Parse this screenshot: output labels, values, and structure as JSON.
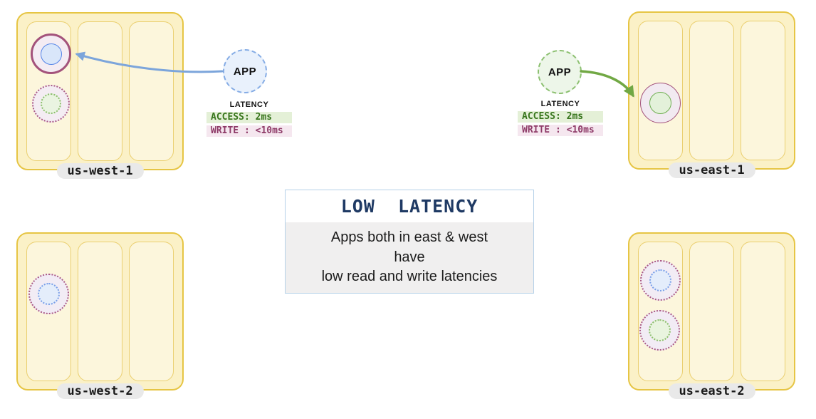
{
  "regions": [
    {
      "label": "us-west-1"
    },
    {
      "label": "us-east-1"
    },
    {
      "label": "us-west-2"
    },
    {
      "label": "us-east-2"
    }
  ],
  "apps": {
    "west_label": "APP",
    "east_label": "APP"
  },
  "latency": {
    "west": {
      "title": "LATENCY",
      "access": "ACCESS: 2ms",
      "write": "WRITE : <10ms"
    },
    "east": {
      "title": "LATENCY",
      "access": "ACCESS: 2ms",
      "write": "WRITE : <10ms"
    }
  },
  "callout": {
    "title": "LOW  LATENCY",
    "line1": "Apps both in east & west",
    "line2": "have",
    "line3": "low read and write latencies"
  },
  "colors": {
    "region_fill": "#FBF1C7",
    "region_border": "#E6C544",
    "zone_fill": "#FCF6DC",
    "replica_ring": "#A3527B",
    "replica_blue": "#5585E8",
    "replica_green": "#6FAE52",
    "app_west_border": "#85ACE5",
    "app_east_border": "#8CC070",
    "arrow_west": "#7CA5DB",
    "arrow_east": "#71A844",
    "access_text": "#38761D",
    "access_bg": "#E4F0D7",
    "write_text": "#8E3B68",
    "write_bg": "#F5E7EF",
    "callout_title": "#1F3A64",
    "callout_border": "#B5D1E8"
  }
}
